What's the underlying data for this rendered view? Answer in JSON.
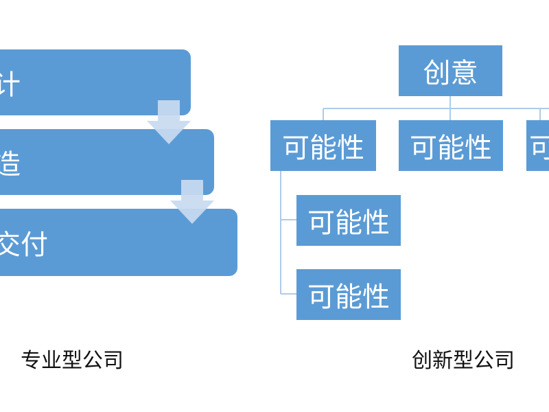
{
  "colors": {
    "box_fill": "#5b9bd5",
    "box_text": "#ffffff",
    "arrow_fill": "#c9daf0",
    "connector_line": "#aecbe8",
    "caption_text": "#111111"
  },
  "process": {
    "steps": [
      {
        "label": "计"
      },
      {
        "label": "造"
      },
      {
        "label": "交付"
      }
    ],
    "caption": "专业型公司"
  },
  "tree": {
    "root": "创意",
    "level1": [
      "可能性",
      "可能性",
      "可"
    ],
    "level2": [
      "可能性",
      "可能性"
    ],
    "caption": "创新型公司"
  }
}
